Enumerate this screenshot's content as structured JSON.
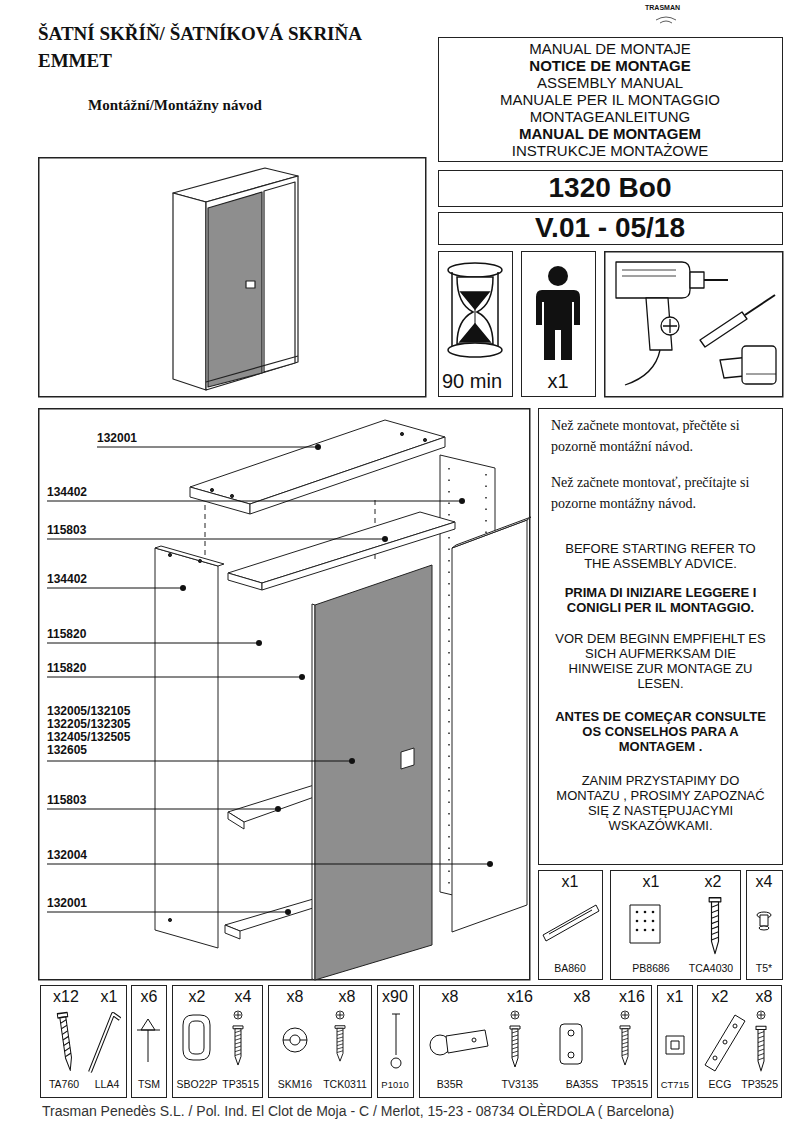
{
  "diagram": {
    "title": "ŠATNÍ SKŘÍŇ/ ŠATNÍKOVÁ SKRIŇA EMMET",
    "nodes": [
      {
        "text": [
          "MANUAL DE MONTAJE",
          "NOTICE DE MONTAGE",
          "ASSEMBLY MANUAL",
          "MANUALE PER IL MONTAGGIO",
          "MONTAGEANLEITUNG",
          "MANUAL DE MONTAGEM",
          "INSTRUKCJE MONTAŻOWE"
        ]
      },
      {
        "text": [
          "1320 Bo0"
        ]
      },
      {
        "text": [
          "V.01 - 05/18"
        ]
      },
      {
        "text": [
          "90 min"
        ]
      },
      {
        "text": [
          "x1"
        ]
      },
      {
        "text": [
          "Než začnete montovat, přečtěte si pozorně montážní návod.",
          "Než začnete montovať, prečítajte si pozorne montážny návod.",
          "BEFORE STARTING REFER TO THE ASSEMBLY ADVICE.",
          "PRIMA DI INIZIARE LEGGERE I CONIGLI PER IL MONTAGGIO.",
          "VOR DEM BEGINN EMPFIEHLT ES SICH AUFMERKSAM DIE HINWEISE ZUR MONTAGE ZU LESEN.",
          "ANTES DE COMEÇAR CONSULTE OS CONSELHOS PARA A MONTAGEM .",
          "ZANIM PRZYSTAPIMY DO MONTAZU , PROSIMY ZAPOZNAĆ SIĘ Z NASTĘPUJACYMI WSKAZÓWKAMI."
        ]
      },
      {
        "text": [
          "x1",
          "BA860"
        ]
      },
      {
        "text": [
          "x1",
          "x2",
          "PB8686",
          "TCA4030"
        ]
      },
      {
        "text": [
          "x4",
          "T5*"
        ]
      },
      {
        "text": [
          "x12",
          "x1",
          "TA760",
          "LLA4"
        ]
      },
      {
        "text": [
          "x6",
          "TSM"
        ]
      },
      {
        "text": [
          "x2",
          "x4",
          "SBO22P",
          "TP3515"
        ]
      },
      {
        "text": [
          "x8",
          "x8",
          "SKM16",
          "TCK0311"
        ]
      },
      {
        "text": [
          "x90",
          "P1010"
        ]
      },
      {
        "text": [
          "x8",
          "x16",
          "x8",
          "x16",
          "B35R",
          "TV3135",
          "BA35S",
          "TP3515"
        ]
      },
      {
        "text": [
          "x1",
          "CT715"
        ]
      },
      {
        "text": [
          "x2",
          "x8",
          "ECG",
          "TP3525"
        ]
      }
    ],
    "labels": [
      "TRASMAN",
      "Montážní/Montážny návod",
      "132001",
      "134402",
      "115803",
      "134402",
      "115820",
      "115820",
      "132005/132105",
      "132205/132305",
      "132405/132505",
      "132605",
      "115803",
      "132004",
      "132001",
      "Trasman Penedès S.L. / Pol. Ind. El Clot de Moja - C / Merlot, 15-23 - 08734 OLÈRDOLA ( Barcelona)"
    ]
  }
}
